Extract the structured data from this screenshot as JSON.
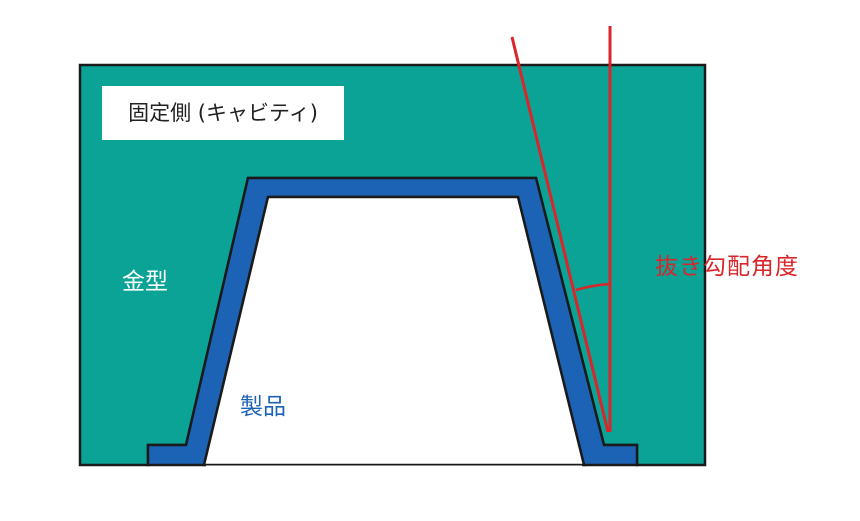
{
  "diagram": {
    "title": "Draft angle diagram",
    "colors": {
      "mold": "#0aa396",
      "product": "#1d63b5",
      "outline": "#1a1a1a",
      "draft_line": "#d9262b",
      "background": "#ffffff"
    },
    "labels": {
      "cavity": "固定側 (キャビティ)",
      "draft_angle": "抜き勾配角度",
      "mold": "金型",
      "product": "製品"
    }
  }
}
